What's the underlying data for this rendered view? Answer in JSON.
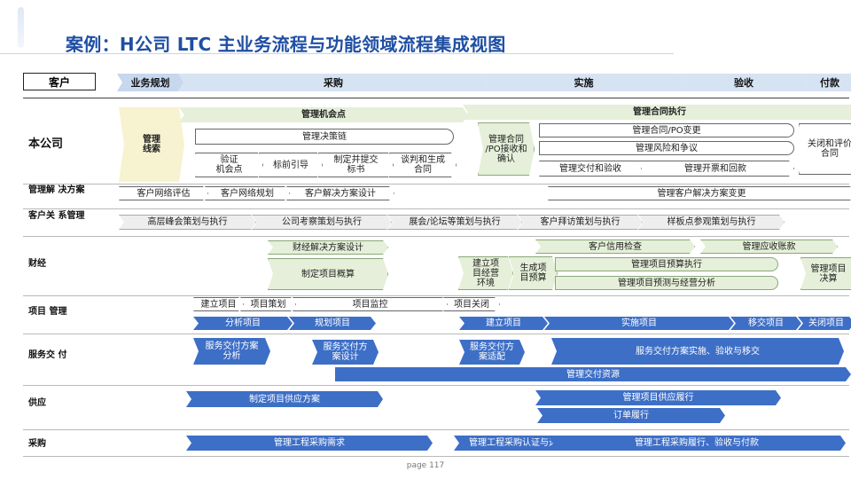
{
  "title": "案例：H公司 LTC 主业务流程与功能领域流程集成视图",
  "page": "page 117",
  "customer_label": "客户",
  "stages": [
    "业务规划",
    "采购",
    "实施",
    "验收",
    "付款"
  ],
  "rows": {
    "company": "本公司",
    "solution": "管理解\n决方案",
    "relation": "客户关\n系管理",
    "finance": "财经",
    "project": "项目\n管理",
    "service": "服务交\n付",
    "supply": "供应",
    "purchase": "采购"
  },
  "company": {
    "clue": "管理\n线索",
    "opp_title": "管理机会点",
    "decision_chain": "管理决策链",
    "verify": "验证\n机会点",
    "guide": "标前引导",
    "bid": "制定并提交\n标书",
    "negotiate": "谈判和生成\n合同",
    "contract_title": "管理合同执行",
    "contract_po": "管理合同\n/PO接收和\n确认",
    "change": "管理合同/PO变更",
    "risk": "管理风险和争议",
    "delivery_accept": "管理交付和验收",
    "invoice": "管理开票和回款",
    "close": "关闭和评价\n合同"
  },
  "solution": {
    "items": [
      "客户网络评估",
      "客户网络规划",
      "客户解决方案设计"
    ],
    "change": "管理客户解决方案变更"
  },
  "relation": {
    "items": [
      "高层峰会策划与执行",
      "公司考察策划与执行",
      "展会/论坛等策划与执行",
      "客户拜访策划与执行",
      "样板点参观策划与执行"
    ]
  },
  "finance": {
    "design": "财经解决方案设计",
    "estimate": "制定项目概算",
    "env": "建立项\n目经营\n环境",
    "budget_gen": "生成项\n目预算",
    "credit": "客户信用检查",
    "receivable": "管理应收账款",
    "budget_exec": "管理项目预算执行",
    "forecast": "管理项目预测与经营分析",
    "settle": "管理项目\n决算"
  },
  "project": {
    "top": [
      "建立项目",
      "项目策划",
      "项目监控",
      "项目关闭"
    ],
    "bottom": [
      "分析项目",
      "规划项目",
      "建立项目",
      "实施项目",
      "移交项目",
      "关闭项目"
    ]
  },
  "service": {
    "analysis": "服务交付方案\n分析",
    "design": "服务交付方\n案设计",
    "adapt": "服务交付方\n案适配",
    "implement": "服务交付方案实施、验收与移交",
    "resource": "管理交付资源"
  },
  "supply": {
    "plan": "制定项目供应方案",
    "fulfil": "管理项目供应履行",
    "order": "订单履行"
  },
  "purchase": {
    "demand": "管理工程采购需求",
    "cert": "管理工程采购认证与选择",
    "fulfil": "管理工程采购履行、验收与付款"
  }
}
